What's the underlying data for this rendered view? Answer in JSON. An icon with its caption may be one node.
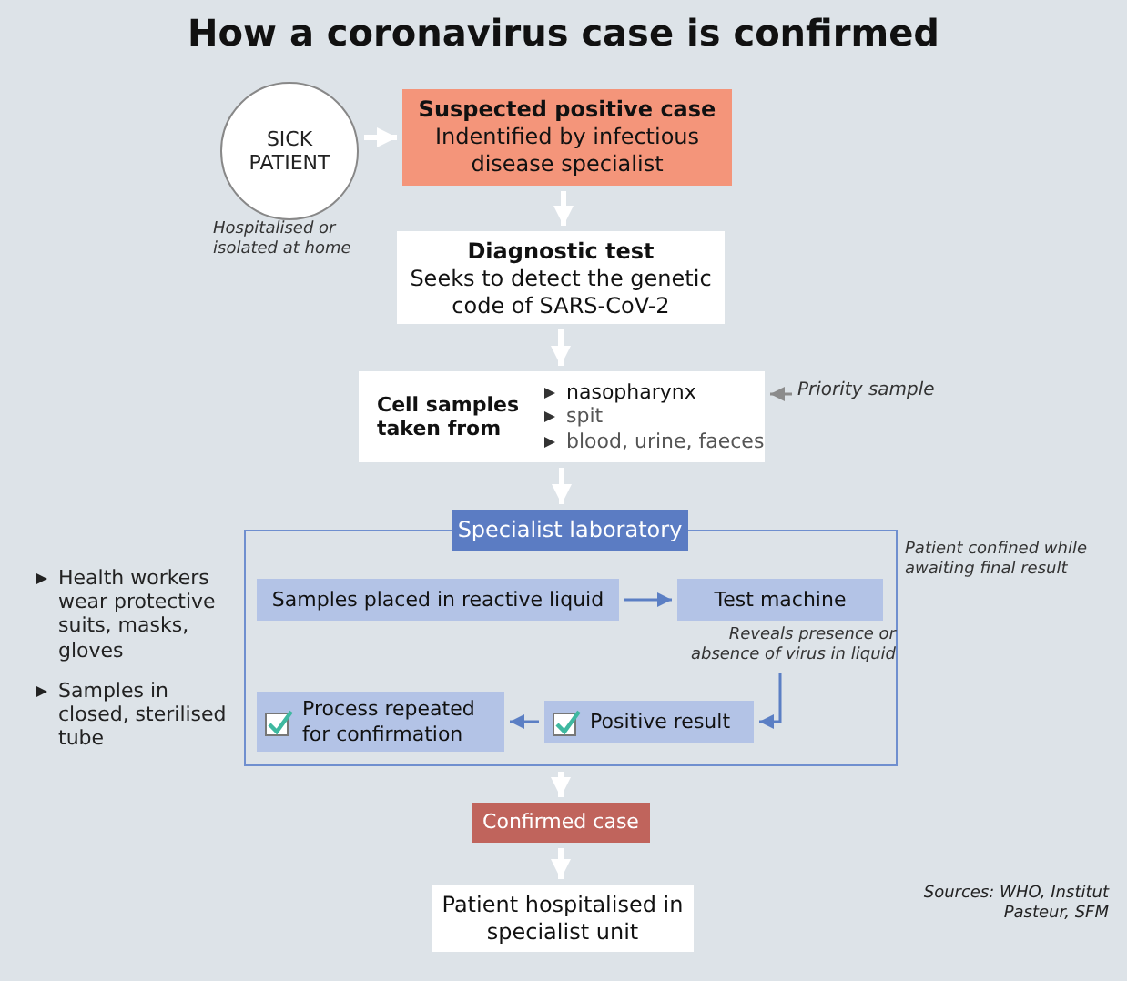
{
  "diagram": {
    "title": "How a coronavirus case is confirmed",
    "nodes": [
      {
        "text": [
          "SICK PATIENT"
        ],
        "beside": [
          "Hospitalised or isolated at home"
        ]
      },
      {
        "text": [
          "Suspected positive case",
          "Indentified by infectious disease specialist"
        ]
      },
      {
        "text": [
          "Diagnostic test",
          "Seeks to detect the genetic code of SARS-CoV-2"
        ]
      },
      {
        "text": [
          "Cell samples taken from",
          "nasopharynx",
          "spit",
          "blood, urine, faeces"
        ]
      },
      {
        "text": [
          "Priority sample"
        ]
      },
      {
        "text": [
          "Specialist laboratory"
        ],
        "beside": [
          "Patient confined while awaiting final result"
        ]
      },
      {
        "text": [
          "Samples placed in reactive liquid"
        ],
        "in": 5
      },
      {
        "text": [
          "Test machine"
        ],
        "in": 5,
        "beside": [
          "Reveals presence or absence of virus in liquid"
        ]
      },
      {
        "text": [
          "Positive result"
        ],
        "in": 5
      },
      {
        "text": [
          "Process repeated for confirmation"
        ],
        "in": 5
      },
      {
        "text": [
          "Confirmed case"
        ]
      },
      {
        "text": [
          "Patient hospitalised in specialist unit"
        ]
      }
    ],
    "edges": [
      {
        "from": 0,
        "to": 1,
        "arrow": "to"
      },
      {
        "from": 1,
        "to": 2,
        "arrow": "to"
      },
      {
        "from": 2,
        "to": 3,
        "arrow": "to"
      },
      {
        "from": 4,
        "to": 3,
        "arrow": "to",
        "color": "#8c8c8c"
      },
      {
        "from": 3,
        "to": 5,
        "arrow": "to"
      },
      {
        "from": 6,
        "to": 7,
        "arrow": "to",
        "color": "#5b7fc4"
      },
      {
        "from": 7,
        "to": 8,
        "arrow": "to",
        "color": "#5b7fc4"
      },
      {
        "from": 8,
        "to": 9,
        "arrow": "to",
        "color": "#5b7fc4"
      },
      {
        "from": 5,
        "to": 10,
        "arrow": "to"
      },
      {
        "from": 10,
        "to": 11,
        "arrow": "to"
      }
    ],
    "labels": [
      "Health workers wear protective suits, masks, gloves",
      "Samples in closed, sterilised tube",
      "Sources: WHO, Institut Pasteur, SFM"
    ]
  }
}
